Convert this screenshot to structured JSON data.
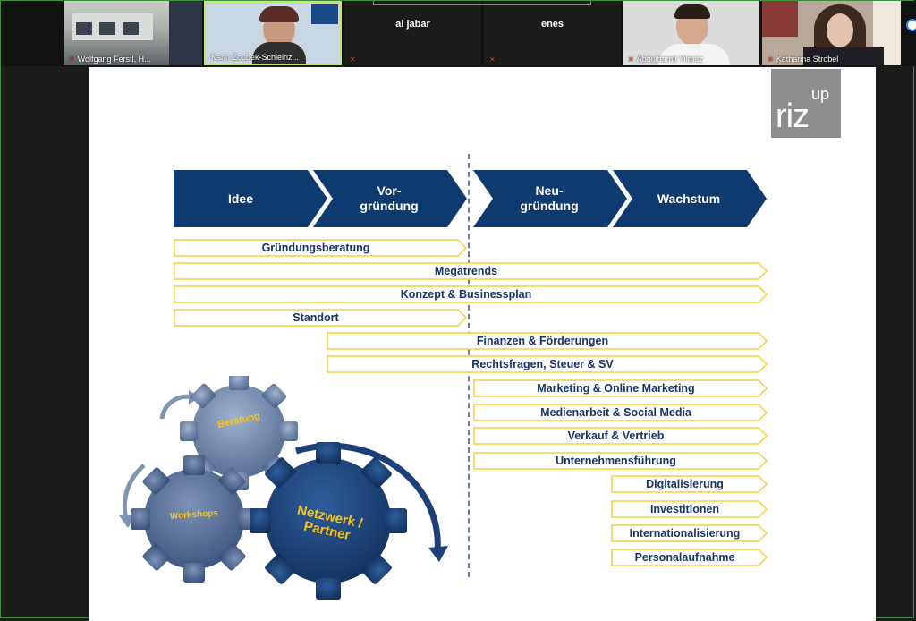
{
  "participants": [
    {
      "name": "Wolfgang Ferstl, H...",
      "has_video": true
    },
    {
      "name": "Karin Zoubek-Schleinz...",
      "has_video": true
    },
    {
      "name": "al jabar",
      "has_video": false
    },
    {
      "name": "enes",
      "has_video": false
    },
    {
      "name": "Abdulhamit Yilmaz",
      "has_video": true
    },
    {
      "name": "Katharina Strobel",
      "has_video": true
    }
  ],
  "slide": {
    "logo": {
      "superscript": "up",
      "text": "riz"
    },
    "phases": [
      "Idee",
      "Vor-\ngründung",
      "Neu-\ngründung",
      "Wachstum"
    ],
    "bars": [
      "Gründungsberatung",
      "Megatrends",
      "Konzept & Businessplan",
      "Standort",
      "Finanzen & Förderungen",
      "Rechtsfragen, Steuer & SV",
      "Marketing & Online Marketing",
      "Medienarbeit & Social Media",
      "Verkauf & Vertrieb",
      "Unternehmensführung",
      "Digitalisierung",
      "Investitionen",
      "Internationalisierung",
      "Personalaufnahme"
    ],
    "gears": [
      "Beratung",
      "Workshops",
      "Netzwerk /\nPartner"
    ]
  },
  "colors": {
    "navy": "#0f3a70",
    "bar_border": "#f2d13a",
    "bar_text": "#1a3366",
    "gear_text": "#f6c21b"
  }
}
